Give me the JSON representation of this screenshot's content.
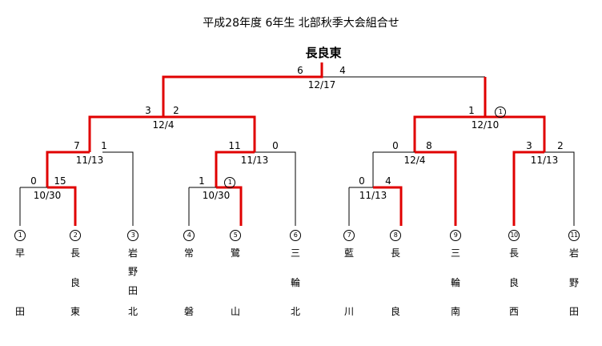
{
  "title": "平成28年度 6年生 北部秋季大会組合せ",
  "champion": "長良東",
  "teams": [
    {
      "seed": "1",
      "chars": [
        "早",
        "",
        "田"
      ]
    },
    {
      "seed": "2",
      "chars": [
        "長",
        "良",
        "東"
      ]
    },
    {
      "seed": "3",
      "chars": [
        "岩",
        "野",
        "田",
        "北"
      ]
    },
    {
      "seed": "4",
      "chars": [
        "常",
        "",
        "磐"
      ]
    },
    {
      "seed": "5",
      "chars": [
        "鷺",
        "",
        "山"
      ]
    },
    {
      "seed": "6",
      "chars": [
        "三",
        "輪",
        "北"
      ]
    },
    {
      "seed": "7",
      "chars": [
        "藍",
        "",
        "川"
      ]
    },
    {
      "seed": "8",
      "chars": [
        "長",
        "",
        "良"
      ]
    },
    {
      "seed": "9",
      "chars": [
        "三",
        "輪",
        "南"
      ]
    },
    {
      "seed": "10",
      "chars": [
        "長",
        "良",
        "西"
      ]
    },
    {
      "seed": "11",
      "chars": [
        "岩",
        "野",
        "田"
      ]
    }
  ],
  "matches": [
    {
      "id": "r1_a",
      "date": "10/30",
      "left_score": "0",
      "right_score": "15"
    },
    {
      "id": "r1_b",
      "date": "10/30",
      "left_score": "1",
      "right_score": "①"
    },
    {
      "id": "r1_c",
      "date": "11/13",
      "left_score": "0",
      "right_score": "4"
    },
    {
      "id": "qf_a",
      "date": "11/13",
      "left_score": "7",
      "right_score": "1"
    },
    {
      "id": "qf_b",
      "date": "11/13",
      "left_score": "11",
      "right_score": "0"
    },
    {
      "id": "qf_c",
      "date": "12/4",
      "left_score": "0",
      "right_score": "8"
    },
    {
      "id": "qf_d",
      "date": "11/13",
      "left_score": "3",
      "right_score": "2"
    },
    {
      "id": "sf_a",
      "date": "12/4",
      "left_score": "3",
      "right_score": "2"
    },
    {
      "id": "sf_b",
      "date": "12/10",
      "left_score": "1",
      "right_score": "①"
    },
    {
      "id": "final",
      "date": "12/17",
      "left_score": "6",
      "right_score": "4"
    }
  ],
  "colors": {
    "win_line": "#e00000",
    "line": "#000000"
  }
}
